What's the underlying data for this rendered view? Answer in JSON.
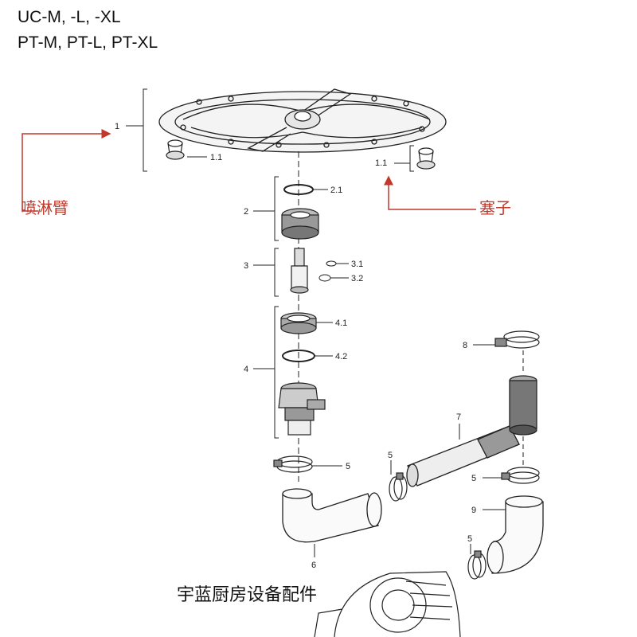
{
  "models": {
    "line1": "UC-M, -L, -XL",
    "line2": "PT-M, PT-L, PT-XL"
  },
  "part_labels": {
    "p1": "1",
    "p1_1_left": "1.1",
    "p1_1_right": "1.1",
    "p2": "2",
    "p2_1": "2.1",
    "p3": "3",
    "p3_1": "3.1",
    "p3_2": "3.2",
    "p4": "4",
    "p4_1": "4.1",
    "p4_2": "4.2",
    "p5_a": "5",
    "p5_b": "5",
    "p5_c": "5",
    "p5_d": "5",
    "p6": "6",
    "p7": "7",
    "p8": "8",
    "p9": "9"
  },
  "annotations": {
    "spray_arm": "喷淋臂",
    "plug": "塞子",
    "watermark": "宇蓝厨房设备配件"
  },
  "colors": {
    "annotation_red": "#c0392b",
    "line": "#222222"
  }
}
